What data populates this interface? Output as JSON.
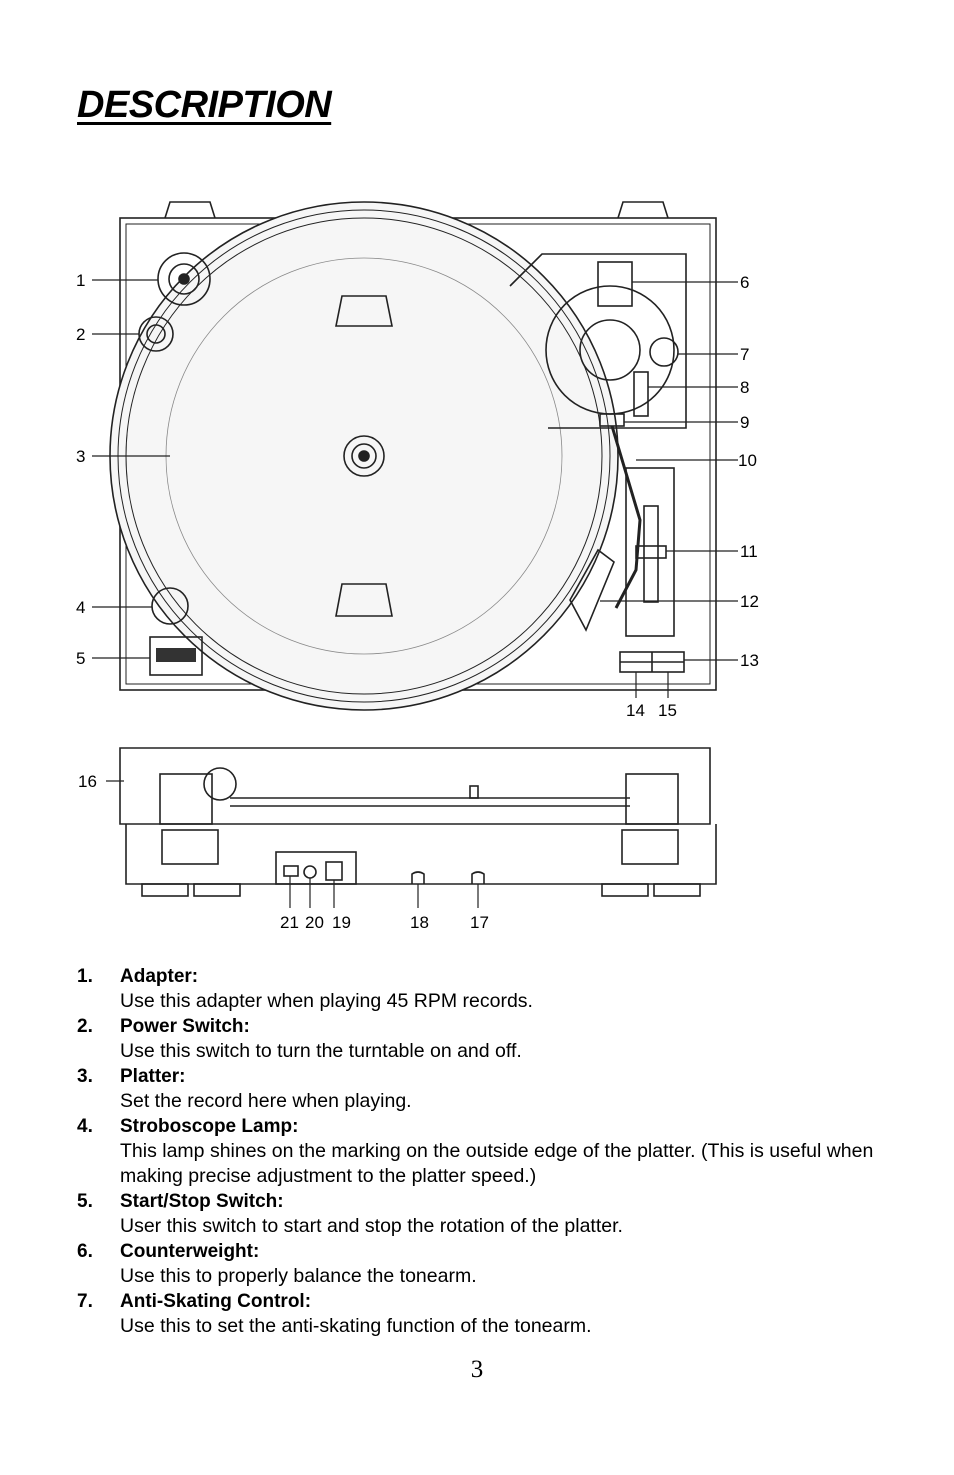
{
  "page": {
    "heading": "DESCRIPTION",
    "page_number": "3"
  },
  "diagram": {
    "callouts": [
      "1",
      "2",
      "3",
      "4",
      "5",
      "6",
      "7",
      "8",
      "9",
      "10",
      "11",
      "12",
      "13",
      "14",
      "15",
      "16",
      "17",
      "18",
      "19",
      "20",
      "21"
    ]
  },
  "parts": [
    {
      "number": "1.",
      "name": "Adapter:",
      "description": "Use this adapter when playing 45 RPM records."
    },
    {
      "number": "2.",
      "name": "Power Switch:",
      "description": "Use this switch to turn the turntable on and off."
    },
    {
      "number": "3.",
      "name": "Platter:",
      "description": "Set the record here when playing."
    },
    {
      "number": "4.",
      "name": "Stroboscope Lamp:",
      "description": "This lamp shines on the marking on the outside edge of the platter. (This is useful when making precise adjustment to the platter speed.)"
    },
    {
      "number": "5.",
      "name": "Start/Stop Switch:",
      "description": "User this switch to start and stop the rotation of the platter."
    },
    {
      "number": "6.",
      "name": "Counterweight:",
      "description": "Use this to properly balance the tonearm."
    },
    {
      "number": "7.",
      "name": "Anti-Skating Control:",
      "description": "Use this to set the anti-skating function of the tonearm."
    }
  ]
}
